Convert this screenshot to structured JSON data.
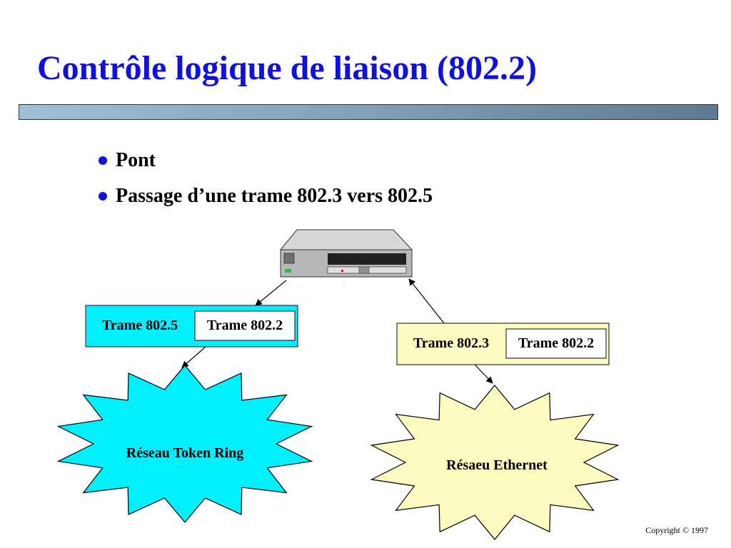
{
  "title": "Contrôle logique de liaison (802.2)",
  "bullets": [
    "Pont",
    "Passage d’une trame 802.3 vers 802.5"
  ],
  "token_ring": {
    "frame_outer": "Trame 802.5",
    "frame_inner": "Trame 802.2",
    "network": "Réseau Token Ring",
    "color": "#00f0ff"
  },
  "ethernet": {
    "frame_outer": "Trame 802.3",
    "frame_inner": "Trame 802.2",
    "network": "Résaeu Ethernet",
    "color": "#fcfcc0"
  },
  "copyright": "Copyright © 1997",
  "colors": {
    "title": "#1010e0",
    "bullet": "#1010e0"
  }
}
